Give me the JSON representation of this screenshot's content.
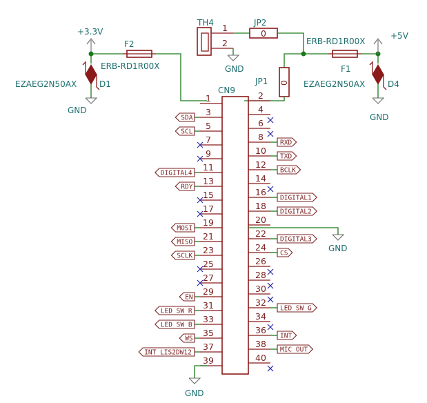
{
  "components": {
    "th4": {
      "ref": "TH4",
      "pin1": "1",
      "pin2": "2"
    },
    "jp2": {
      "ref": "JP2",
      "value": "0"
    },
    "jp1": {
      "ref": "JP1",
      "value": "0"
    },
    "f2": {
      "ref": "F2",
      "part": "ERB-RD1R00X"
    },
    "f1": {
      "ref": "F1",
      "part": "ERB-RD1R00X"
    },
    "d1": {
      "ref": "D1",
      "part": "EZAEG2N50AX"
    },
    "d4": {
      "ref": "D4",
      "part": "EZAEG2N50AX"
    },
    "cn9": {
      "ref": "CN9"
    }
  },
  "power": {
    "v33": "+3.3V",
    "v5": "+5V",
    "gnd": "GND"
  },
  "connector_left": [
    {
      "pin": "1",
      "net": "",
      "nc": false
    },
    {
      "pin": "3",
      "net": "SDA",
      "nc": false
    },
    {
      "pin": "5",
      "net": "SCL",
      "nc": false
    },
    {
      "pin": "7",
      "net": "",
      "nc": true
    },
    {
      "pin": "9",
      "net": "",
      "nc": true
    },
    {
      "pin": "11",
      "net": "DIGITAL4",
      "nc": false
    },
    {
      "pin": "13",
      "net": "RDY",
      "nc": false
    },
    {
      "pin": "15",
      "net": "",
      "nc": true
    },
    {
      "pin": "17",
      "net": "",
      "nc": true
    },
    {
      "pin": "19",
      "net": "MOSI",
      "nc": false
    },
    {
      "pin": "21",
      "net": "MISO",
      "nc": false
    },
    {
      "pin": "23",
      "net": "SCLK",
      "nc": false
    },
    {
      "pin": "25",
      "net": "",
      "nc": true
    },
    {
      "pin": "27",
      "net": "",
      "nc": true
    },
    {
      "pin": "29",
      "net": "EN",
      "nc": false
    },
    {
      "pin": "31",
      "net": "LED_SW_R",
      "nc": false
    },
    {
      "pin": "33",
      "net": "LED_SW_B",
      "nc": false
    },
    {
      "pin": "35",
      "net": "WS",
      "nc": false
    },
    {
      "pin": "37",
      "net": "INT_LIS2DW12",
      "nc": false
    },
    {
      "pin": "39",
      "net": "",
      "nc": false
    }
  ],
  "connector_right": [
    {
      "pin": "2",
      "net": "",
      "nc": false
    },
    {
      "pin": "4",
      "net": "",
      "nc": true
    },
    {
      "pin": "6",
      "net": "",
      "nc": true
    },
    {
      "pin": "8",
      "net": "RXD",
      "nc": false
    },
    {
      "pin": "10",
      "net": "TXD",
      "nc": false
    },
    {
      "pin": "12",
      "net": "BCLK",
      "nc": false
    },
    {
      "pin": "14",
      "net": "",
      "nc": true
    },
    {
      "pin": "16",
      "net": "DIGITAL1",
      "nc": false
    },
    {
      "pin": "18",
      "net": "DIGITAL2",
      "nc": false
    },
    {
      "pin": "20",
      "net": "",
      "nc": false
    },
    {
      "pin": "22",
      "net": "DIGITAL3",
      "nc": false
    },
    {
      "pin": "24",
      "net": "CS",
      "nc": false
    },
    {
      "pin": "26",
      "net": "",
      "nc": true
    },
    {
      "pin": "28",
      "net": "",
      "nc": true
    },
    {
      "pin": "30",
      "net": "",
      "nc": true
    },
    {
      "pin": "32",
      "net": "LED_SW_G",
      "nc": false
    },
    {
      "pin": "34",
      "net": "",
      "nc": true
    },
    {
      "pin": "36",
      "net": "INT",
      "nc": false
    },
    {
      "pin": "38",
      "net": "MIC_OUT",
      "nc": false
    },
    {
      "pin": "40",
      "net": "",
      "nc": true
    }
  ]
}
